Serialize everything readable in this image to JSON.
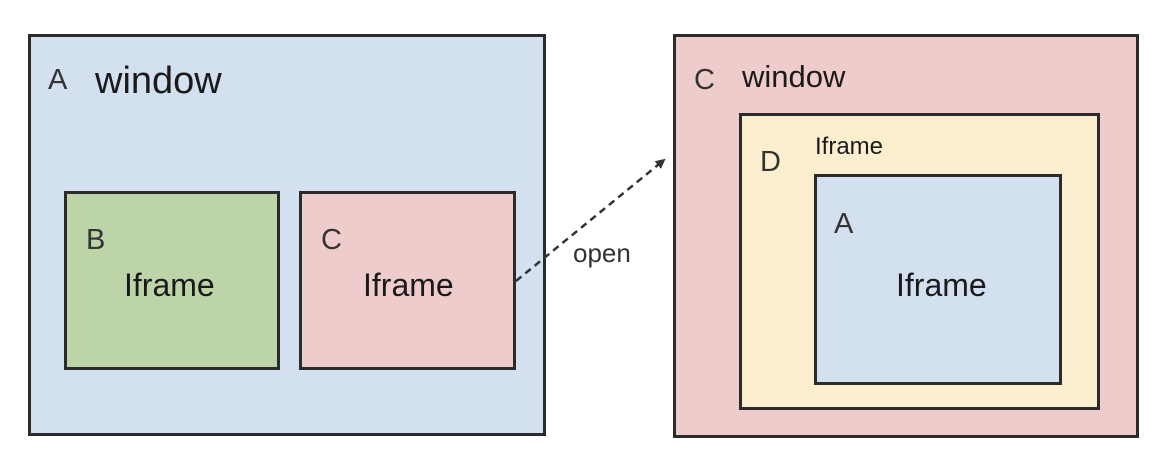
{
  "left": {
    "window": {
      "letter": "A",
      "title": "window",
      "color": "#d3e0f0"
    },
    "iframe_b": {
      "letter": "B",
      "title": "Iframe",
      "color": "#bdd4a8"
    },
    "iframe_c": {
      "letter": "C",
      "title": "Iframe",
      "color": "#eecccb"
    }
  },
  "edge": {
    "label": "open"
  },
  "right": {
    "window": {
      "letter": "C",
      "title": "window",
      "color": "#eecccb"
    },
    "iframe_d": {
      "letter": "D",
      "title": "Iframe",
      "color": "#fcefcf"
    },
    "iframe_a": {
      "letter": "A",
      "title": "Iframe",
      "color": "#d3e0f0"
    }
  }
}
